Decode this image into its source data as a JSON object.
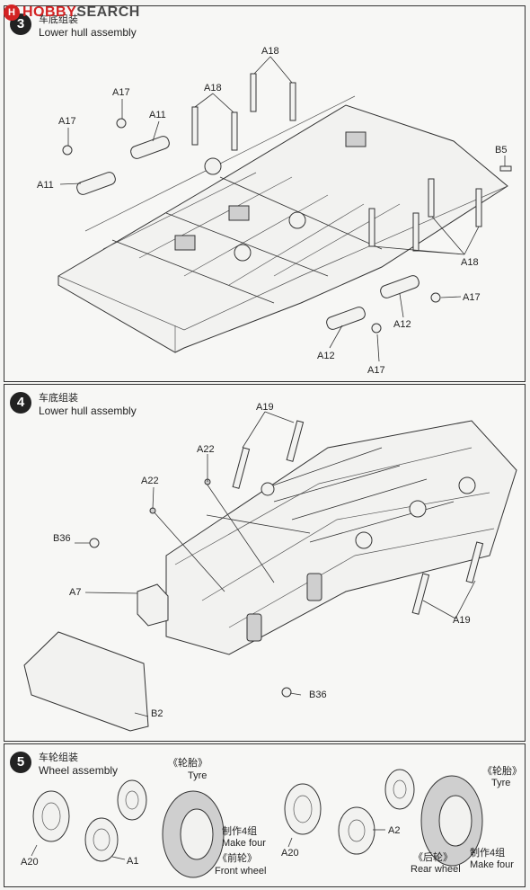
{
  "watermark": {
    "logo": "H",
    "brand_left": "HOBBY",
    "brand_right": "SEARCH"
  },
  "steps": [
    {
      "number": "3",
      "title_zh": "车底组装",
      "title_en": "Lower hull assembly",
      "labels": {
        "a18_top": "A18",
        "a18_left": "A18",
        "a17_mid": "A17",
        "a11_top": "A11",
        "a17_left": "A17",
        "a11_left": "A11",
        "b5": "B5",
        "a18_right": "A18",
        "a17_r1": "A17",
        "a12_r": "A12",
        "a12_l": "A12",
        "a17_bot": "A17"
      }
    },
    {
      "number": "4",
      "title_zh": "车底组装",
      "title_en": "Lower hull assembly",
      "labels": {
        "a19_top": "A19",
        "a22_top": "A22",
        "a22_left": "A22",
        "b36_left": "B36",
        "a7": "A7",
        "a19_right": "A19",
        "b36_bot": "B36",
        "b2": "B2"
      }
    },
    {
      "number": "5",
      "title_zh": "车轮组装",
      "title_en": "Wheel assembly",
      "front": {
        "tyre_zh": "《轮胎》",
        "tyre_en": "Tyre",
        "make_zh": "制作4组",
        "make_en": "Make four",
        "wheel_zh": "《前轮》",
        "wheel_en": "Front wheel",
        "a20": "A20",
        "a1": "A1"
      },
      "rear": {
        "tyre_zh": "《轮胎》",
        "tyre_en": "Tyre",
        "make_zh": "制作4组",
        "make_en": "Make four",
        "wheel_zh": "《后轮》",
        "wheel_en": "Rear wheel",
        "a20": "A20",
        "a2": "A2"
      }
    }
  ]
}
